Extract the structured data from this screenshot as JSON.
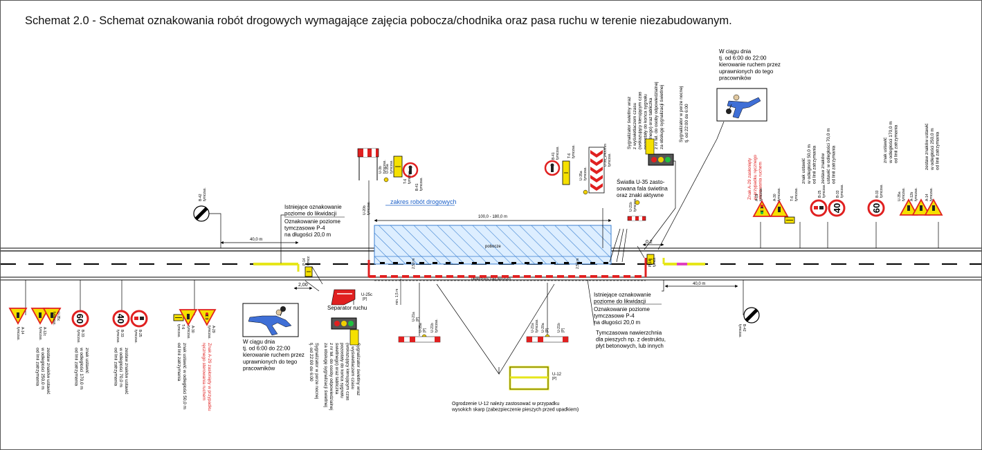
{
  "title": "Schemat 2.0 - Schemat oznakowania robót drogowych wymagające zajęcia pobocza/chodnika oraz pasa ruchu w terenie niezabudowanym.",
  "colors": {
    "road_line": "#000000",
    "work_zone_fill": "#ddeeff",
    "work_zone_hatch": "#3a7fd0",
    "existing_marking": "#e6e61a",
    "barrier_red": "#e02020",
    "note_red": "#e02020",
    "sign_yellow": "#f5e000",
    "worker_blue": "#3f6fd6"
  },
  "labels": {
    "zakres": "zakres robót drogowych",
    "dim_zone": "100,0 - 180,0 m",
    "pobocze": "pobocze",
    "ciag_pieszy": "utwardzony ciąg pieszych",
    "dim_40_left": "40,0 m",
    "dim_40_right": "40,0 m",
    "dim_200": "2,00",
    "dim_02": "0,2",
    "dim_min15": "min. 1,5 m",
    "dim_250a": "2,50 m",
    "dim_250b": "2,50 m",
    "separator": "Separator ruchu",
    "u25c": "U-25c",
    "u25c_sub": "[P]",
    "u12": "U-12",
    "u12_sub": "[P]"
  },
  "notes": {
    "existing_top": [
      "Istniejące oznakowanie",
      "poziome do likwidacji"
    ],
    "temp_top": [
      "Oznakowanie poziome",
      "tymczasowe P-4",
      "na długości 20,0 m"
    ],
    "existing_bottom": [
      "Istniejące oznakowanie",
      "poziome do likwidacji"
    ],
    "temp_bottom": [
      "Oznakowanie poziome",
      "tymczasowe P-4",
      "na długości 20,0 m"
    ],
    "pavement": [
      "Tymczasowa nawierzchnia",
      "dla pieszych np. z destruktu,",
      "płyt betonowych, lub innych"
    ],
    "u35_wave": [
      "Światła U-35 zasto-",
      "sowana fala świetlna",
      "oraz znaki aktywne"
    ],
    "worker_top": [
      "W ciągu dnia",
      "tj. od 6:00 do 22:00",
      "kierowanie ruchem przez",
      "uprawnionych do tego",
      "pracowników"
    ],
    "worker_bottom": [
      "W ciągu dnia",
      "tj. od 6:00 do 22:00",
      "kierowanie ruchem przez",
      "uprawnionych do tego",
      "pracowników"
    ],
    "u12_fence": [
      "Ogrodzenie U-12 należy zastosować w przypadku",
      "wysokich skarp (zabezpieczenie pieszych przed upadkiem)"
    ],
    "signal_top": [
      "Sygnalizator świetlny wraz",
      "z wyświetlaczem czasu",
      "(wskazujący kierującym czas",
      "pozostały do końca sygnału",
      "świetlnego) oraz tabliczka",
      "z nr tel. do osoby odpowiedzialnej",
      "za obsługę sygnalizacji świetlnej"
    ],
    "signal_night_top": [
      "Sygnalizator w porze nocnej",
      "tj. od 22:00 do 6:00"
    ],
    "signal_bottom": [
      "Sygnalizator świetlny wraz",
      "z wyświetlaczem czasu",
      "(wskazujący kierującym czas",
      "pozostały do końca sygnału",
      "świetlnego) oraz tabliczka",
      "z nr tel. do osoby odpowiedzialnej",
      "za obsługę sygnalizacji świetlnej"
    ],
    "signal_night_bottom": [
      "Sygnalizator w porze nocnej",
      "tj. od 22:00 do 6:00"
    ],
    "a29_top": [
      "Znak A-29 zasłonięty",
      "w przypadku ręcznego",
      "sterowania ruchem"
    ],
    "a29_bottom": [
      "Znak A-29 zasłonięty w przypadku",
      "ręcznego sterowania ruchem"
    ],
    "set_500_top": [
      "znak ustawić",
      "w odległości 50,0 m",
      "od linii zatrzymania"
    ],
    "set_700_top": [
      "zestaw znaków",
      "ustawić w odległości 70,0 m",
      "od linii zatrzymania"
    ],
    "set_1700_top": [
      "znak ustawić",
      "w odległości 170,0 m",
      "od linii zatrzymania"
    ],
    "set_2500_top": [
      "zestaw znaków ustawić",
      "w odległości 250,0 m",
      "od linii zatrzymania"
    ],
    "set_2500_bottom": [
      "zestaw znaków ustawić",
      "w odległości 250,0 m",
      "od linii zatrzymania"
    ],
    "set_1700_bottom": [
      "znak ustawić",
      "w odległości 170,0 m",
      "od linii zatrzymania"
    ],
    "set_700_bottom": [
      "zestaw znaków ustawić",
      "w odległości 70,0 m",
      "od linii zatrzymania"
    ],
    "set_500_bottom": [
      "znak ustawić w odległości 50,0 m",
      "od linii zatrzymania"
    ]
  },
  "signs": {
    "b42_top": {
      "code": "B-42",
      "sub": "tymczas."
    },
    "b42_bottom": {
      "code": "B-42",
      "sub": "tymczas."
    },
    "b33_60_top": {
      "code": "B-33",
      "sub": "tymczas.",
      "value": "60"
    },
    "b33_40_top": {
      "code": "B-33",
      "sub": "tymczas.",
      "value": "40"
    },
    "b25_top": {
      "code": "B-25",
      "sub": "tymczas."
    },
    "b33_60_bottom": {
      "code": "B-33",
      "sub": "tymczas.",
      "value": "60"
    },
    "b33_40_bottom": {
      "code": "B-33",
      "sub": "tymczas.",
      "value": "40"
    },
    "b25_bottom": {
      "code": "B-25",
      "sub": "tymczas."
    },
    "a14_top": {
      "code": "A-14",
      "sub": "tymczas."
    },
    "a12b_top": {
      "code": "A-12b",
      "sub": "tymczas."
    },
    "u35a_top": {
      "code": "U-35a",
      "sub": "tymczas."
    },
    "a14_bottom": {
      "code": "A-14",
      "sub": "tymczas."
    },
    "a12c_bottom": {
      "code": "A-12c",
      "sub": "tymczas."
    },
    "u35c_bottom": {
      "code": "U-35c",
      "sub": "tymczas."
    },
    "a29_top": {
      "code": "A-29",
      "sub": "tymczas."
    },
    "a30_top": {
      "code": "A-30",
      "sub": "tymczas."
    },
    "t6_top": {
      "code": "T-6",
      "sub": "tymczas."
    },
    "a29_bottom": {
      "code": "A-29",
      "sub": "tymczas."
    },
    "a30_bottom": {
      "code": "A-30",
      "sub": "tymczas."
    },
    "t6_bottom": {
      "code": "T-6",
      "sub": "tymczas."
    },
    "b41_mid": {
      "code": "B-41",
      "sub": "tymczas."
    },
    "t6_mid": {
      "code": "T-6",
      "sub": "tymczas."
    },
    "u3b_mid": {
      "code": "U-3b",
      "sub": "tymczas."
    },
    "u35a_mid": {
      "code": "U-35a",
      "sub": "tymczas."
    },
    "u20b_mid": {
      "code": "U-20b",
      "sub": "tymczas."
    },
    "b41_r": {
      "code": "B-41",
      "sub": "tymczas."
    },
    "t6_r": {
      "code": "T-6",
      "sub": "tymczas."
    },
    "u3d_r": {
      "code": "U-3d_2400mm",
      "sub": "tymczas."
    },
    "u35a_r": {
      "code": "U-35a",
      "sub": "tymczas."
    },
    "u21b_r": {
      "code": "U-21b",
      "sub": "tymczas."
    },
    "p14_left": {
      "code": "P-14",
      "sub": "tymcz."
    },
    "p14_right": {
      "code": "P-14",
      "sub": "tymcz."
    },
    "u21a_1": {
      "code": "U-21a",
      "sub": "[P]"
    },
    "u35a_1": {
      "code": "U-35a",
      "sub": "[P]"
    },
    "u21b_1": {
      "code": "U-21b",
      "sub": "tymczas."
    },
    "u20a_2": {
      "code": "U-20a",
      "sub": "[P]"
    },
    "u21a_2": {
      "code": "U-21a",
      "sub": "tymczas."
    },
    "u21b_2": {
      "code": "U-21b",
      "sub": "[P]"
    }
  }
}
